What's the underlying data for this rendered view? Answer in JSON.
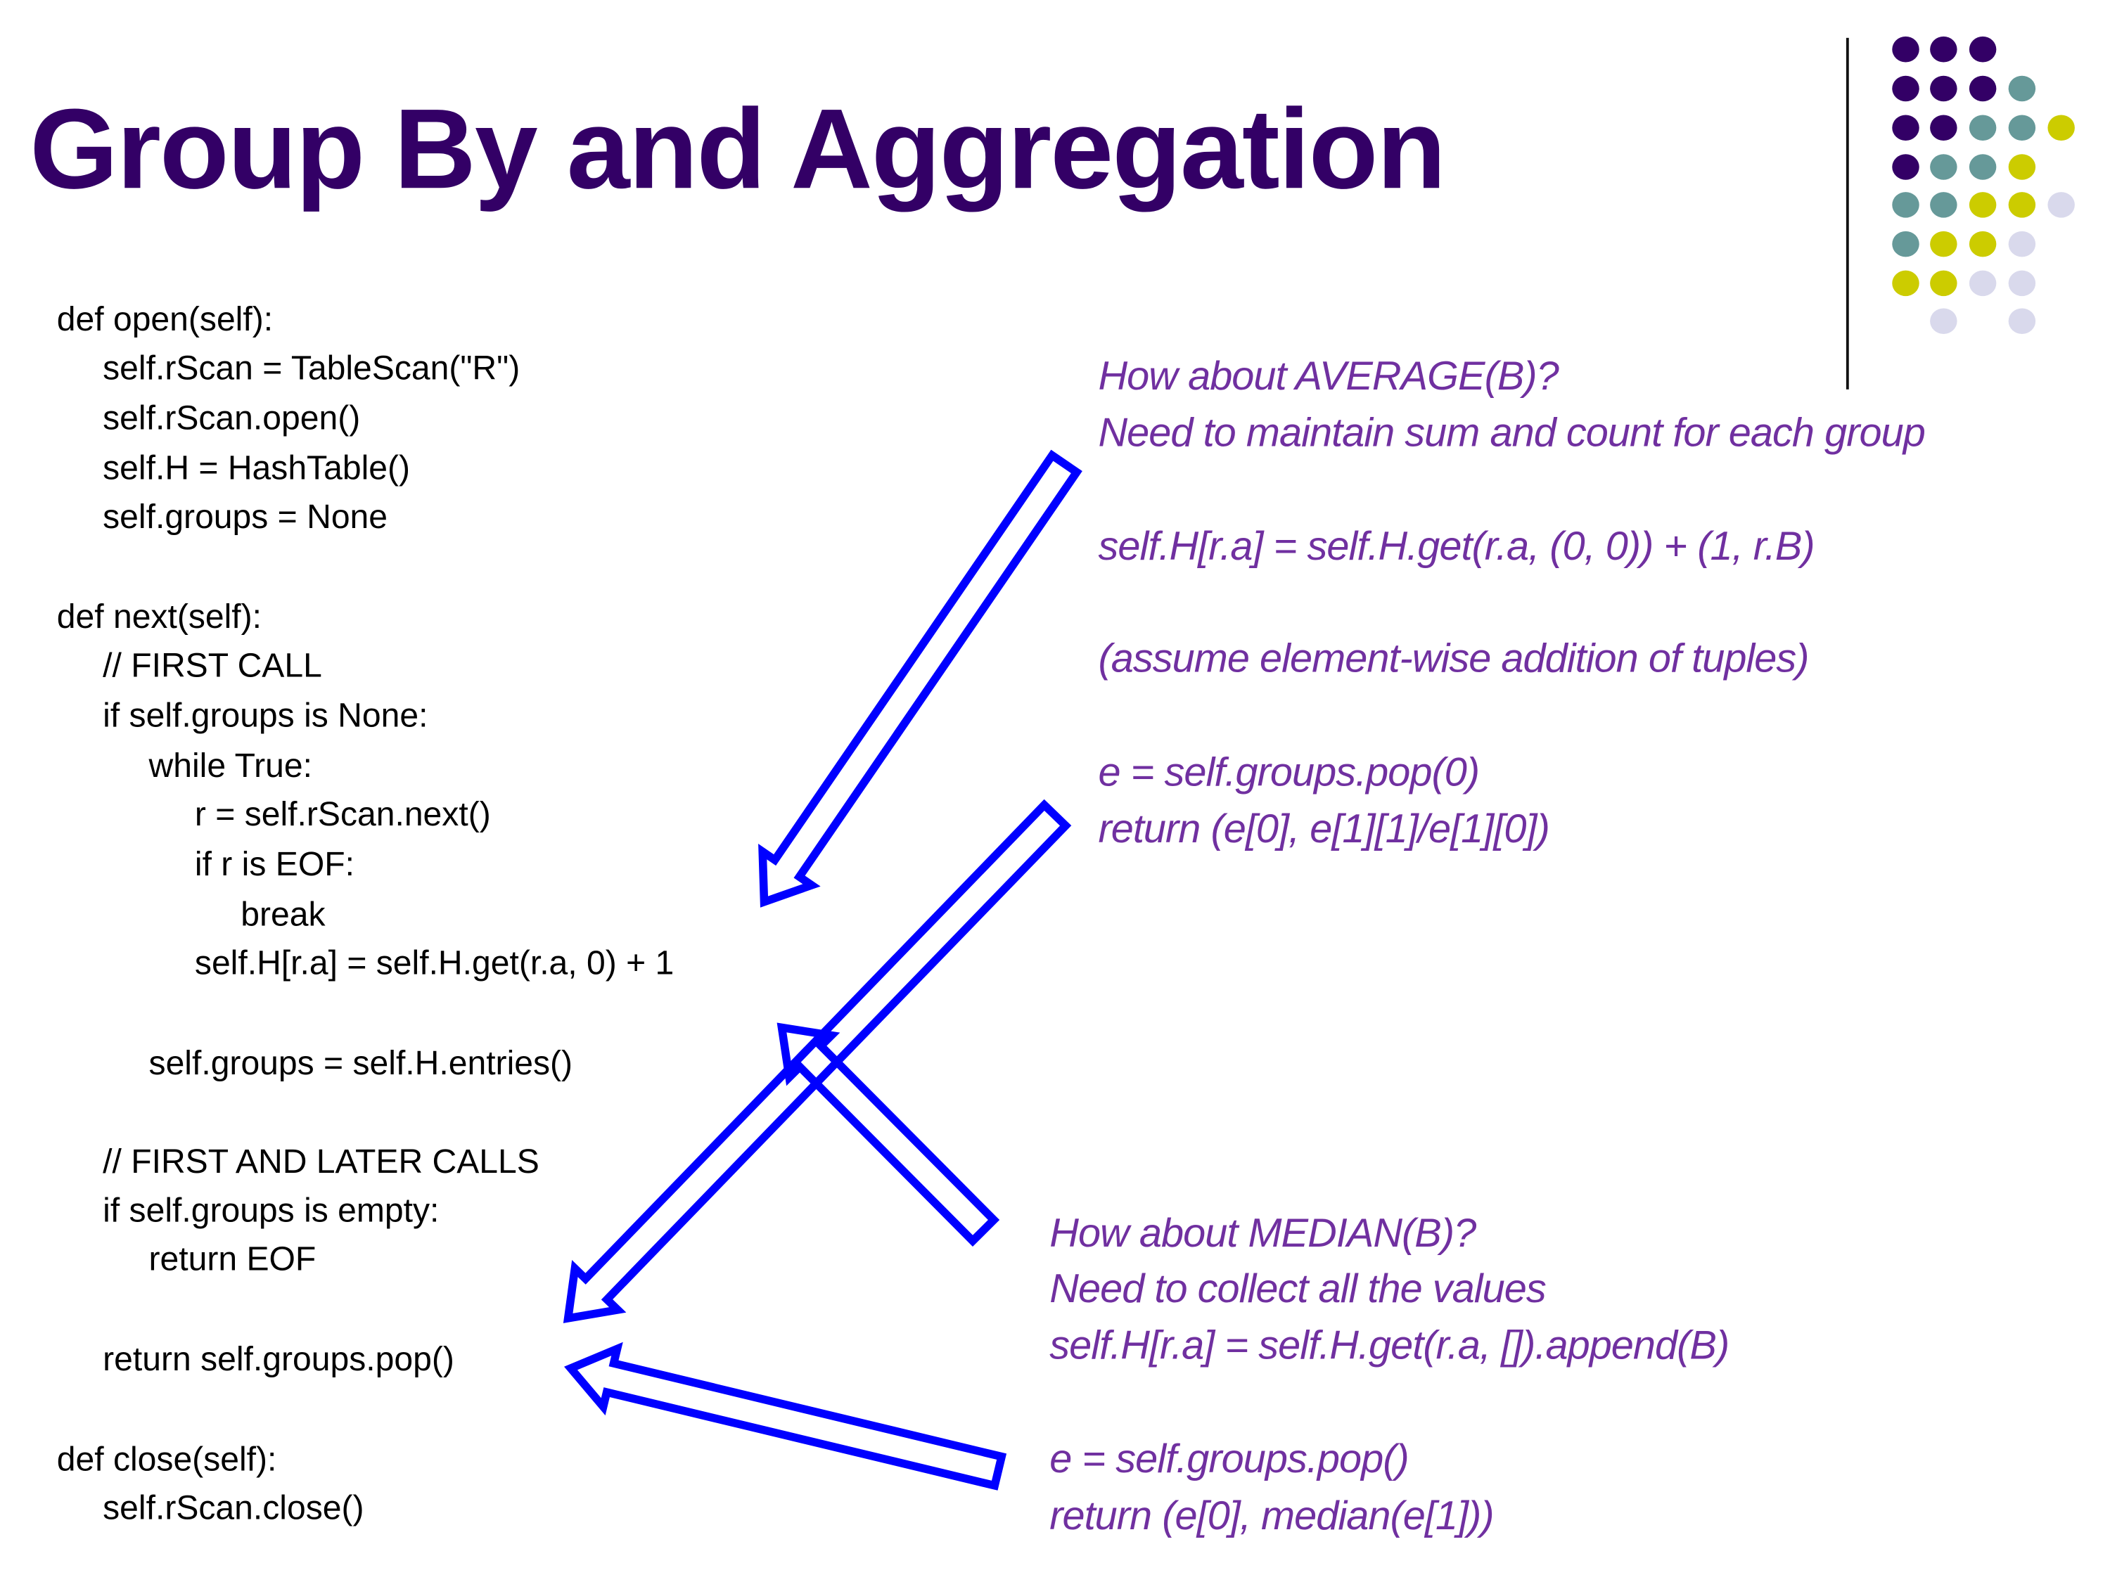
{
  "title": "Group By and Aggregation",
  "colors": {
    "title": "#330066",
    "note": "#7030A0",
    "arrow": "#0000FF",
    "dark_purple": "#330066",
    "teal": "#669999",
    "yellow": "#CCCC00",
    "lavender": "#D9D9EC"
  },
  "code": [
    {
      "indent": 0,
      "text": "def open(self):"
    },
    {
      "indent": 1,
      "text": "self.rScan = TableScan(\"R\")"
    },
    {
      "indent": 1,
      "text": "self.rScan.open()"
    },
    {
      "indent": 1,
      "text": "self.H = HashTable()"
    },
    {
      "indent": 1,
      "text": "self.groups = None"
    },
    {
      "indent": 0,
      "text": "def next(self):"
    },
    {
      "indent": 1,
      "text": "// FIRST CALL"
    },
    {
      "indent": 1,
      "text": "if self.groups is None:"
    },
    {
      "indent": 2,
      "text": "while True:"
    },
    {
      "indent": 3,
      "text": "r = self.rScan.next()"
    },
    {
      "indent": 3,
      "text": "if r is EOF:"
    },
    {
      "indent": 4,
      "text": "break"
    },
    {
      "indent": 3,
      "text": "self.H[r.a] = self.H.get(r.a, 0) + 1"
    },
    {
      "indent": 2,
      "text": "self.groups = self.H.entries()"
    },
    {
      "indent": 1,
      "text": "// FIRST AND LATER CALLS"
    },
    {
      "indent": 1,
      "text": "if self.groups is empty:"
    },
    {
      "indent": 2,
      "text": "return EOF"
    },
    {
      "indent": 1,
      "text": "return self.groups.pop()"
    },
    {
      "indent": 0,
      "text": "def close(self):"
    },
    {
      "indent": 1,
      "text": "self.rScan.close()"
    }
  ],
  "average_note": [
    "How about AVERAGE(B)?",
    "Need to maintain sum and count for each group",
    "self.H[r.a] = self.H.get(r.a, (0, 0)) + (1, r.B)",
    "(assume element-wise addition of tuples)",
    "e = self.groups.pop(0)",
    "return (e[0], e[1][1]/e[1][0])"
  ],
  "median_note": [
    "How about MEDIAN(B)?",
    "Need to collect all the values",
    "self.H[r.a] = self.H.get(r.a, []).append(B)",
    "e = self.groups.pop()",
    "return (e[0], median(e[1]))"
  ]
}
